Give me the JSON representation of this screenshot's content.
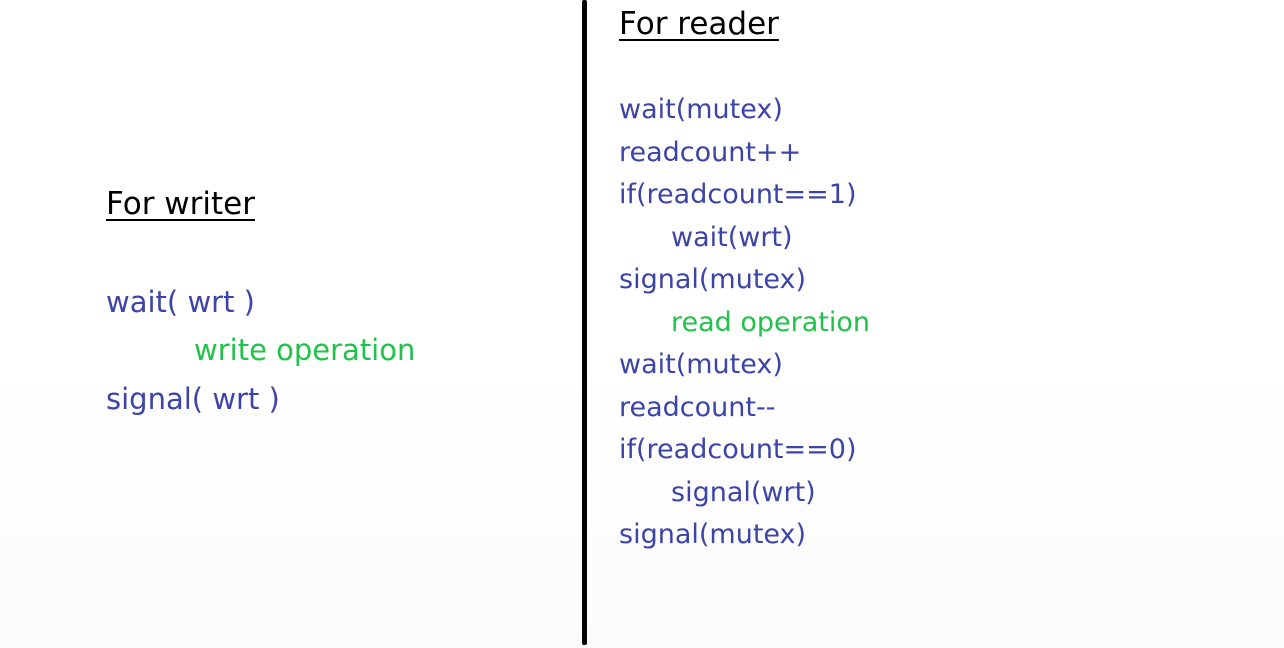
{
  "writer": {
    "heading": "For writer",
    "lines": [
      "wait( wrt )",
      "write operation",
      "signal( wrt )"
    ]
  },
  "reader": {
    "heading": "For reader",
    "lines": [
      "wait(mutex)",
      "readcount++",
      "if(readcount==1)",
      "wait(wrt)",
      "signal(mutex)",
      "read operation",
      "wait(mutex)",
      "readcount--",
      "if(readcount==0)",
      "signal(wrt)",
      "signal(mutex)"
    ]
  },
  "colors": {
    "statement": "#3d44a8",
    "operation": "#21c24a",
    "heading": "#000000",
    "divider": "#000000"
  }
}
